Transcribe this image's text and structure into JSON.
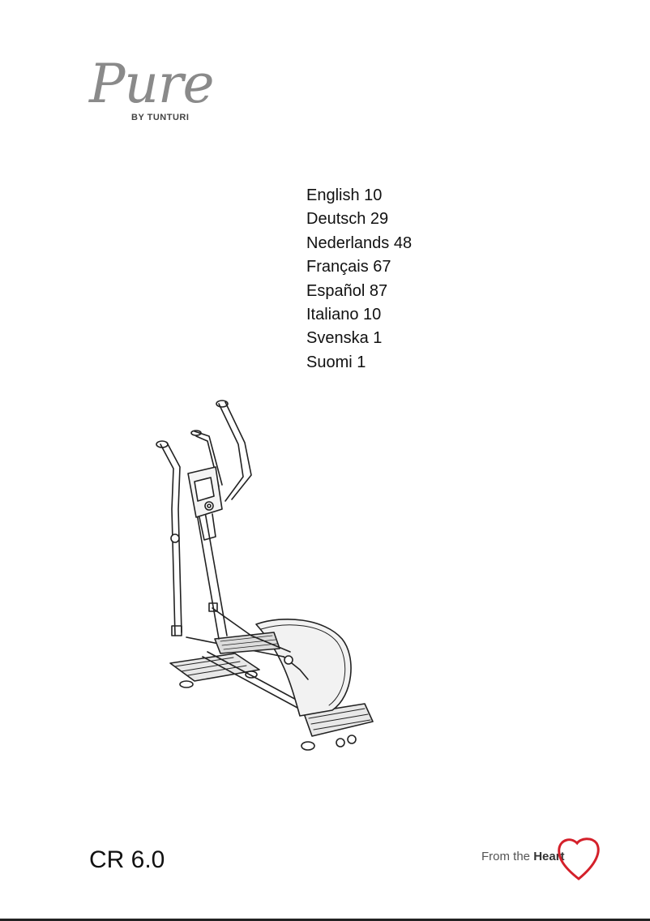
{
  "brand": {
    "name": "Pure",
    "subtitle": "BY TUNTURI"
  },
  "contents": [
    {
      "label": "English 10"
    },
    {
      "label": "Deutsch 29"
    },
    {
      "label": "Nederlands 48"
    },
    {
      "label": "Français 67"
    },
    {
      "label": "Español 87"
    },
    {
      "label": "Italiano 10"
    },
    {
      "label": "Svenska 1"
    },
    {
      "label": "Suomi 1"
    }
  ],
  "product": {
    "model": "CR 6.0",
    "illustration": "elliptical-trainer-icon"
  },
  "tagline": {
    "prefix": "From the ",
    "emphasis": "Heart"
  },
  "colors": {
    "logo_gray": "#8a8a8a",
    "heart_red": "#d4202a",
    "text": "#111111"
  }
}
